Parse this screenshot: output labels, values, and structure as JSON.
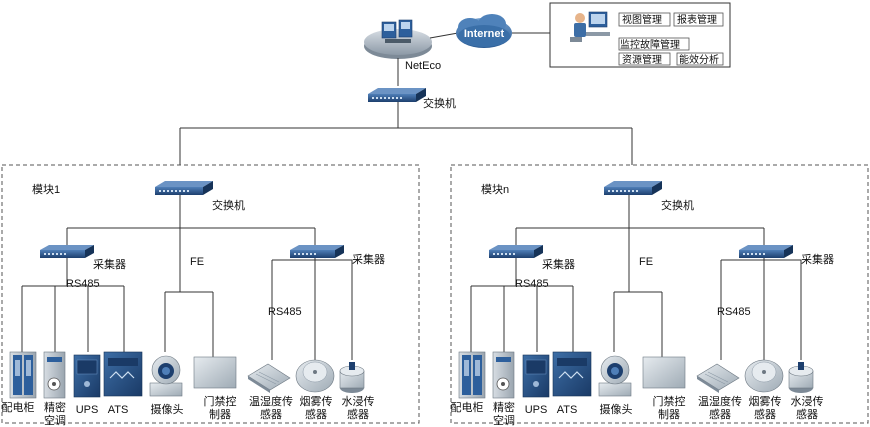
{
  "colors": {
    "device_blue": "#2d5f9c",
    "device_dark": "#1d3f6e",
    "cloud": "#3a6fa8",
    "gray_device": "#b9c3ca"
  },
  "top": {
    "server_label": "NetEco",
    "cloud_label": "Internet",
    "switch_label": "交换机",
    "mgmt_buttons": [
      "视图管理",
      "报表管理",
      "监控故障管理",
      "资源管理",
      "能效分析"
    ]
  },
  "modules": [
    {
      "title": "模块1",
      "switch_label": "交换机",
      "collector_left_label": "采集器",
      "collector_right_label": "采集器",
      "rs485_left": "RS485",
      "rs485_right": "RS485",
      "fe_label": "FE",
      "devices": {
        "pdu": "配电柜",
        "ac_line1": "精密",
        "ac_line2": "空调",
        "ups": "UPS",
        "ats": "ATS",
        "camera": "摄像头",
        "access_line1": "门禁控",
        "access_line2": "制器",
        "temp_line1": "温湿度传",
        "temp_line2": "感器",
        "smoke_line1": "烟雾传",
        "smoke_line2": "感器",
        "water_line1": "水浸传",
        "water_line2": "感器"
      }
    },
    {
      "title": "模块n",
      "switch_label": "交换机",
      "collector_left_label": "采集器",
      "collector_right_label": "采集器",
      "rs485_left": "RS485",
      "rs485_right": "RS485",
      "fe_label": "FE",
      "devices": {
        "pdu": "配电柜",
        "ac_line1": "精密",
        "ac_line2": "空调",
        "ups": "UPS",
        "ats": "ATS",
        "camera": "摄像头",
        "access_line1": "门禁控",
        "access_line2": "制器",
        "temp_line1": "温湿度传",
        "temp_line2": "感器",
        "smoke_line1": "烟雾传",
        "smoke_line2": "感器",
        "water_line1": "水浸传",
        "water_line2": "感器"
      }
    }
  ]
}
